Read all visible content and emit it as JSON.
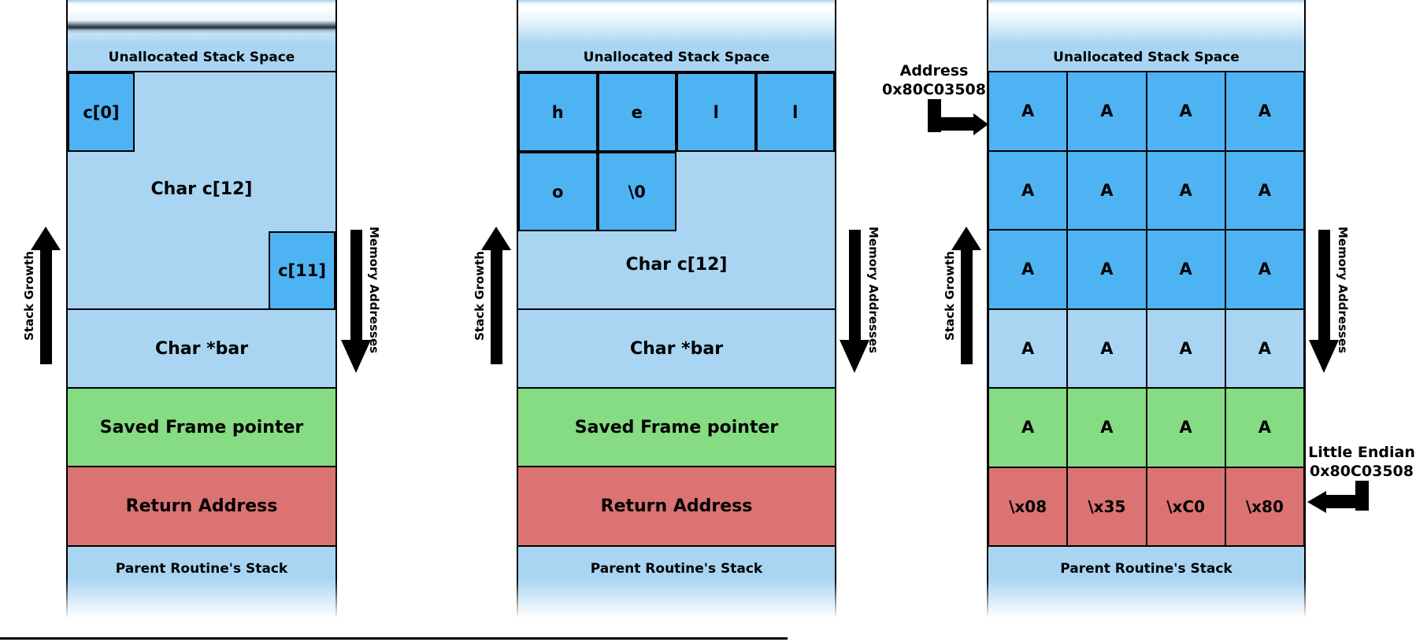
{
  "colors": {
    "cell_blue": "#4eb3f2",
    "region_blue": "#a9d5f3",
    "frame_green": "#85dc82",
    "return_red": "#db7372",
    "border": "#000000",
    "background": "#ffffff"
  },
  "arrow_labels": {
    "stack_growth": "Stack Growth",
    "memory_addresses": "Memory Addresses"
  },
  "columns": [
    {
      "unallocated_label": "Unallocated Stack Space",
      "buffer_label": "Char c[12]",
      "cell_first": "c[0]",
      "cell_last": "c[11]",
      "pointer_label": "Char *bar",
      "saved_frame_label": "Saved Frame pointer",
      "return_label": "Return Address",
      "parent_label": "Parent Routine's Stack"
    },
    {
      "unallocated_label": "Unallocated Stack Space",
      "buffer_label": "Char c[12]",
      "chars": [
        "h",
        "e",
        "l",
        "l",
        "o",
        "\\0"
      ],
      "pointer_label": "Char *bar",
      "saved_frame_label": "Saved Frame pointer",
      "return_label": "Return Address",
      "parent_label": "Parent Routine's Stack"
    },
    {
      "unallocated_label": "Unallocated Stack Space",
      "grid": [
        [
          "A",
          "A",
          "A",
          "A"
        ],
        [
          "A",
          "A",
          "A",
          "A"
        ],
        [
          "A",
          "A",
          "A",
          "A"
        ],
        [
          "A",
          "A",
          "A",
          "A"
        ],
        [
          "A",
          "A",
          "A",
          "A"
        ],
        [
          "\\x08",
          "\\x35",
          "\\xC0",
          "\\x80"
        ]
      ],
      "parent_label": "Parent Routine's Stack"
    }
  ],
  "annotations": {
    "address_pointer": {
      "line1": "Address",
      "line2": "0x80C03508"
    },
    "little_endian": {
      "line1": "Little Endian",
      "line2": "0x80C03508"
    }
  }
}
